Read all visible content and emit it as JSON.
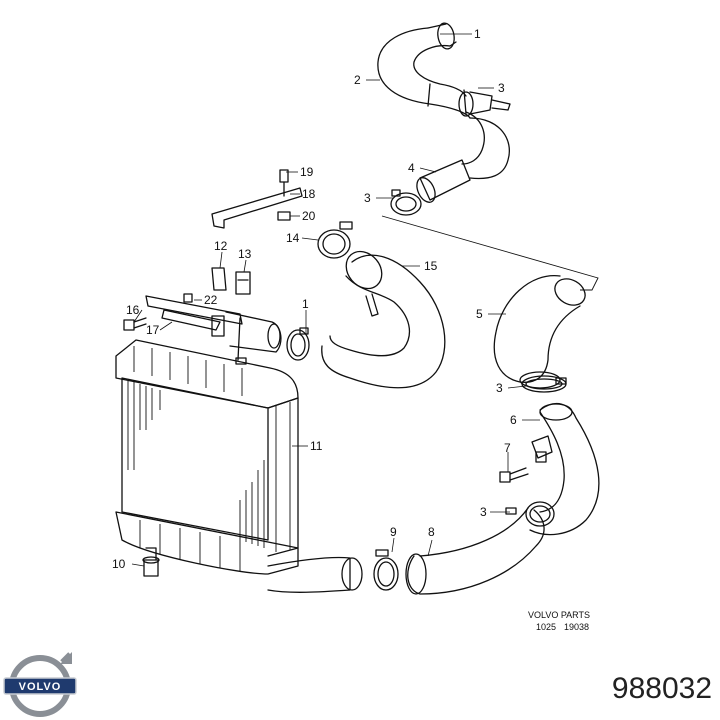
{
  "diagram": {
    "callouts": [
      "1",
      "2",
      "3",
      "3",
      "4",
      "3",
      "14",
      "15",
      "1",
      "5",
      "3",
      "6",
      "7",
      "3",
      "8",
      "9",
      "10",
      "11",
      "12",
      "13",
      "16",
      "17",
      "19",
      "18",
      "20",
      "22"
    ],
    "stamp": {
      "line1": "VOLVO PARTS",
      "line2_left": "1025",
      "line2_right": "19038"
    }
  },
  "brand": {
    "logo_text": "VOLVO",
    "logo_color": "#1f3a6e"
  },
  "part_number": "988032"
}
